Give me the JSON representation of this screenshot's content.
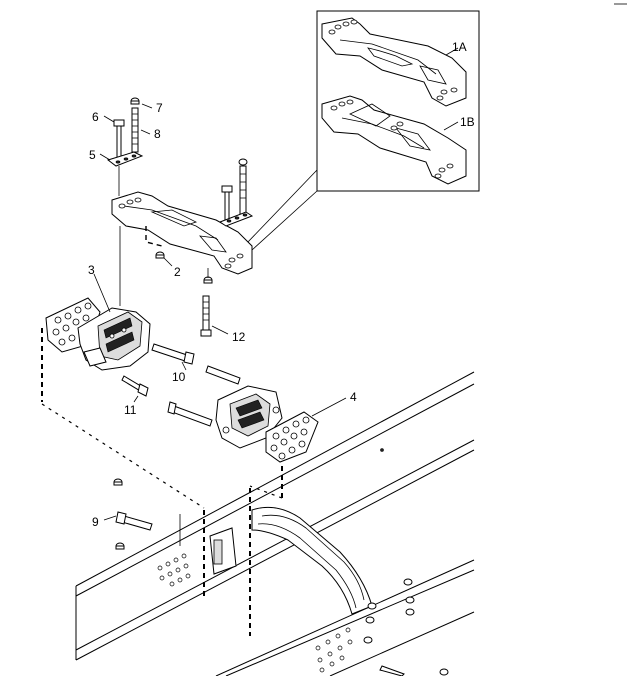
{
  "diagram": {
    "callouts": {
      "c1a": "1A",
      "c1b": "1B",
      "c2": "2",
      "c3": "3",
      "c4": "4",
      "c5": "5",
      "c6": "6",
      "c7": "7",
      "c8": "8",
      "c9": "9",
      "c10": "10",
      "c11": "11",
      "c12": "12"
    }
  }
}
